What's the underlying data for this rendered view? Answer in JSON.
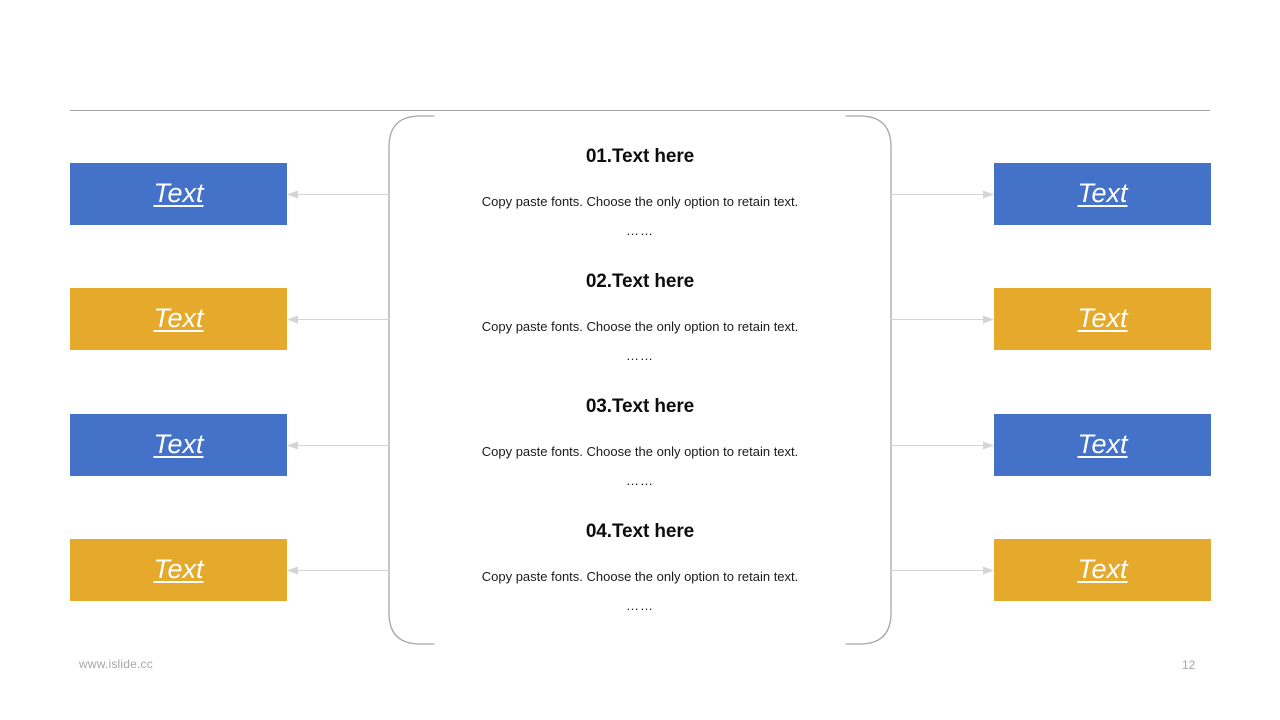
{
  "slide": {
    "number": "12",
    "footer_url": "www.islide.cc",
    "colors": {
      "blue": "#4372c8",
      "orange": "#e5a92b",
      "rule": "#a6a6a6",
      "bracket": "#a6a6a6",
      "connector": "#d4d4d4",
      "heading": "#0d0d0d",
      "body": "#1a1a1a",
      "footer": "#a6a6a6",
      "background": "#ffffff"
    }
  },
  "center_items": [
    {
      "title": "01.Text here",
      "desc": "Copy paste fonts. Choose the only option to retain text.",
      "dots": "……"
    },
    {
      "title": "02.Text here",
      "desc": "Copy paste fonts. Choose the only option to retain text.",
      "dots": "……"
    },
    {
      "title": "03.Text here",
      "desc": "Copy paste fonts. Choose the only option to retain text.",
      "dots": "……"
    },
    {
      "title": "04.Text here",
      "desc": "Copy paste fonts. Choose the only option to retain text.",
      "dots": "……"
    }
  ],
  "left_boxes": [
    {
      "label": "Text",
      "color": "#4372c8"
    },
    {
      "label": "Text",
      "color": "#e5a92b"
    },
    {
      "label": "Text",
      "color": "#4372c8"
    },
    {
      "label": "Text",
      "color": "#e5a92b"
    }
  ],
  "right_boxes": [
    {
      "label": "Text",
      "color": "#4372c8"
    },
    {
      "label": "Text",
      "color": "#e5a92b"
    },
    {
      "label": "Text",
      "color": "#4372c8"
    },
    {
      "label": "Text",
      "color": "#e5a92b"
    }
  ]
}
